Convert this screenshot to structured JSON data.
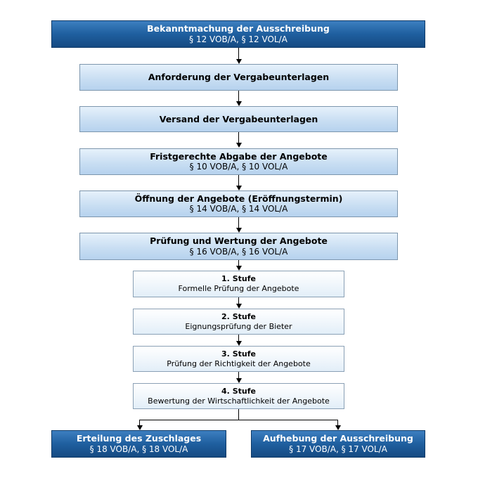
{
  "steps": [
    {
      "title": "Bekanntmachung der Ausschreibung",
      "sub": "§ 12 VOB/A, § 12 VOL/A"
    },
    {
      "title": "Anforderung der Vergabeunterlagen"
    },
    {
      "title": "Versand der Vergabeunterlagen"
    },
    {
      "title": "Fristgerechte Abgabe der Angebote",
      "sub": "§ 10 VOB/A, § 10 VOL/A"
    },
    {
      "title": "Öffnung der Angebote (Eröffnungstermin)",
      "sub": "§ 14 VOB/A, § 14 VOL/A"
    },
    {
      "title": "Prüfung und Wertung der Angebote",
      "sub": "§ 16 VOB/A, § 16 VOL/A"
    }
  ],
  "stages": [
    {
      "title": "1. Stufe",
      "sub": "Formelle Prüfung der Angebote"
    },
    {
      "title": "2. Stufe",
      "sub": "Eignungsprüfung der Bieter"
    },
    {
      "title": "3. Stufe",
      "sub": "Prüfung der Richtigkeit der Angebote"
    },
    {
      "title": "4. Stufe",
      "sub": "Bewertung der Wirtschaftlichkeit der Angebote"
    }
  ],
  "outcomes": [
    {
      "title": "Erteilung des Zuschlages",
      "sub": "§ 18 VOB/A, § 18 VOL/A"
    },
    {
      "title": "Aufhebung der Ausschreibung",
      "sub": "§ 17 VOB/A, § 17 VOL/A"
    }
  ],
  "colors": {
    "dark": "#1f5f9f",
    "mid": "#c7ddf2",
    "light": "#eef5fb",
    "connector": "#000000"
  }
}
